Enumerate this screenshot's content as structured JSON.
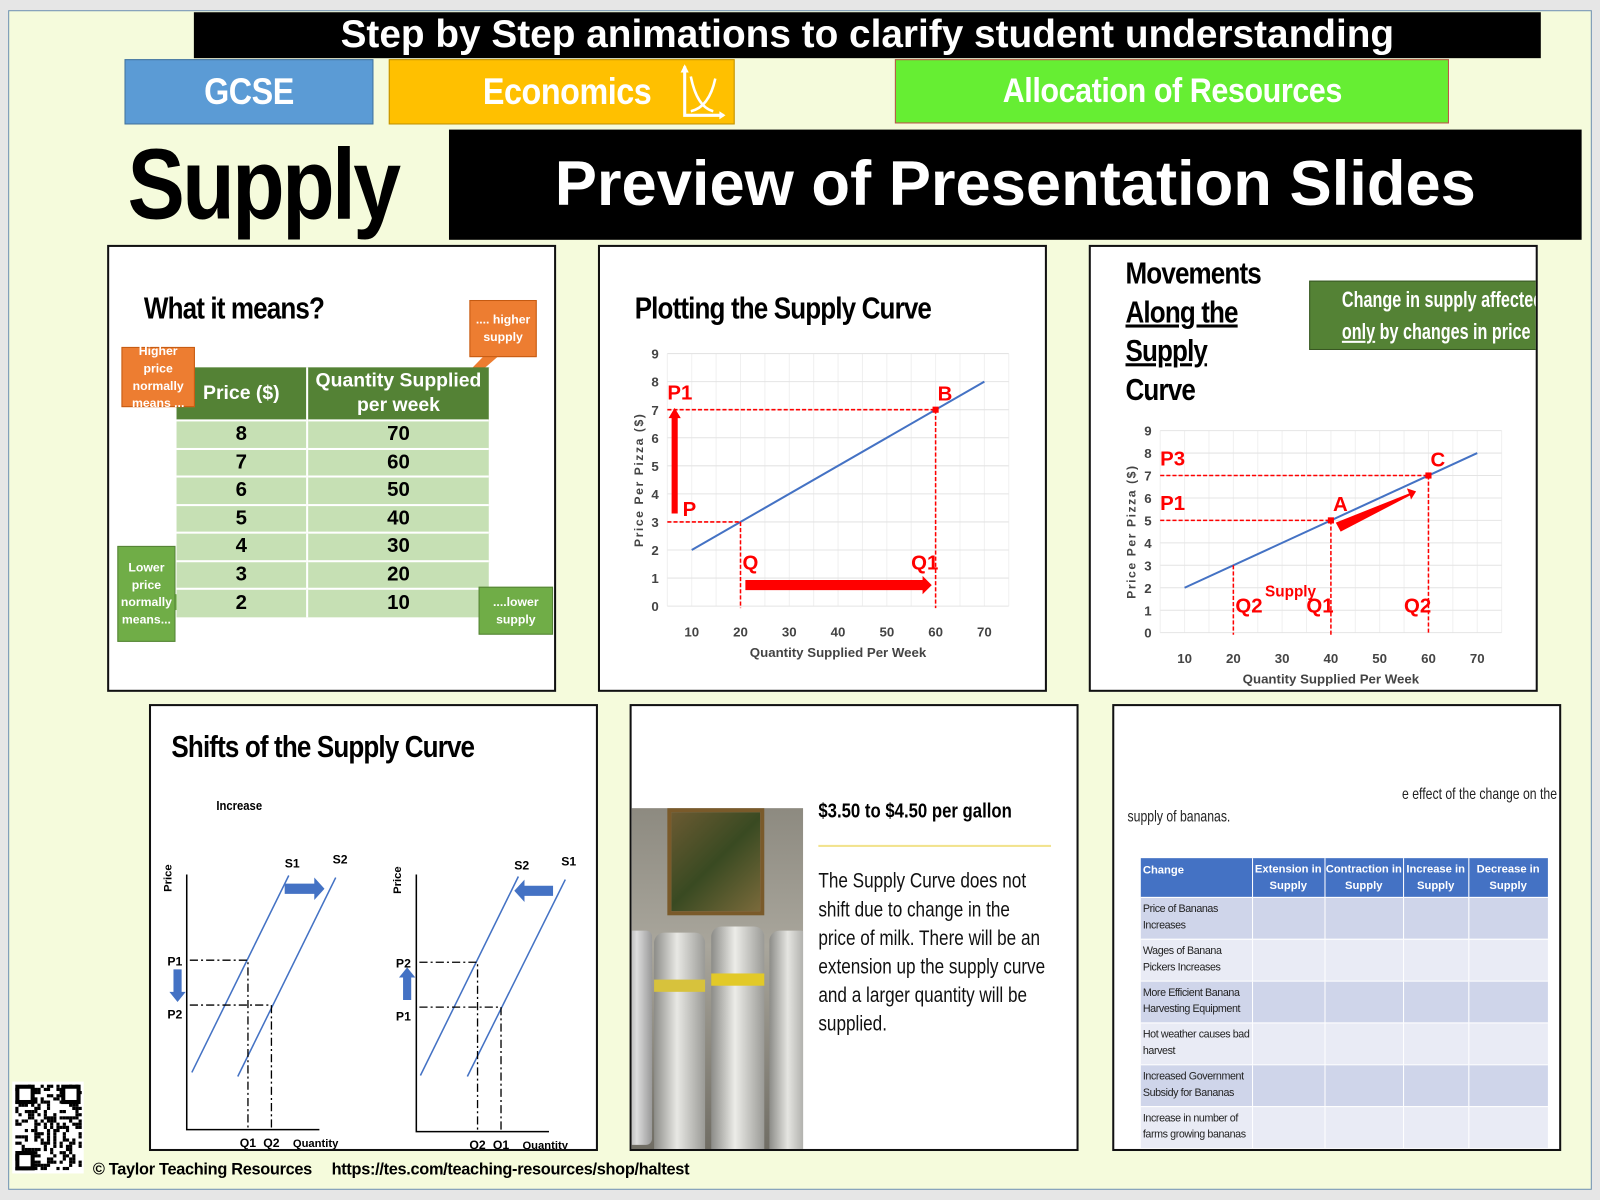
{
  "header": {
    "level_tag": "GCSE",
    "subject_tag": "Economics",
    "topic_tag": "Allocation of Resources",
    "title": "Supply",
    "colors": {
      "level": "#5b9bd5",
      "subject": "#ffc000",
      "topic": "#66ee33",
      "background": "#f5fbdc"
    }
  },
  "slides": {
    "meaning": {
      "title": "What it means?",
      "table_headers": [
        "Price ($)",
        "Quantity Supplied per week"
      ],
      "rows": [
        [
          "8",
          "70"
        ],
        [
          "7",
          "60"
        ],
        [
          "6",
          "50"
        ],
        [
          "5",
          "40"
        ],
        [
          "4",
          "30"
        ],
        [
          "3",
          "20"
        ],
        [
          "2",
          "10"
        ]
      ],
      "callout_high_price": "Higher price normally means ...",
      "callout_high_supply": ".... higher supply",
      "callout_low_price": "Lower price normally means...",
      "callout_low_supply": "....lower supply"
    },
    "plotting": {
      "title": "Plotting the Supply Curve"
    },
    "movements": {
      "title_start": "Movements ",
      "title_underlined": "Along the Supply",
      "title_line2": "Curve",
      "note_line1": "Change in supply affected",
      "note_underlined": "only",
      "note_line2_rest": " by changes in price"
    },
    "shifts": {
      "title": "Shifts of the Supply Curve",
      "subtitle": "Increase",
      "left": {
        "y_axis": "Price",
        "x_axis": "Quantity",
        "curve_a": "S1",
        "curve_b": "S2",
        "price_top": "P1",
        "price_bottom": "P2",
        "q_left": "Q1",
        "q_right": "Q2"
      },
      "right": {
        "y_axis": "Price",
        "x_axis": "Quantity",
        "curve_a": "S2",
        "curve_b": "S1",
        "price_top": "P2",
        "price_bottom": "P1",
        "q_left": "Q2",
        "q_right": "Q1"
      }
    },
    "milk": {
      "heading": "$3.50 to $4.50 per gallon",
      "body": "The Supply Curve does not shift due to change in the price of milk. There will be an extension up the supply curve and a larger quantity will be supplied."
    },
    "bananas": {
      "instruction_line1": "e effect of the change on the",
      "instruction_line2": "supply of bananas.",
      "headers": [
        "Change",
        "Extension in Supply",
        "Contraction in Supply",
        "Increase in Supply",
        "Decrease in Supply"
      ],
      "rows": [
        "Price of Bananas Increases",
        "Wages of Banana Pickers Increases",
        "More Efficient Banana Harvesting Equipment",
        "Hot weather causes bad harvest",
        "Increased Government Subsidy for Bananas",
        "Increase in number of farms growing bananas"
      ]
    }
  },
  "chart_data": [
    {
      "type": "line",
      "xlabel": "Quantity Supplied Per Week",
      "ylabel": "Price Per Pizza ($)",
      "xticks": [
        10,
        20,
        30,
        40,
        50,
        60,
        70
      ],
      "yticks": [
        0,
        1,
        2,
        3,
        4,
        5,
        6,
        7,
        8,
        9
      ],
      "xlim": [
        5,
        75
      ],
      "ylim": [
        0,
        9
      ],
      "grid": true,
      "series": [
        {
          "x": [
            10,
            70
          ],
          "y": [
            2,
            8
          ],
          "color": "#4472c4"
        }
      ],
      "price_levels": [
        {
          "label": "P",
          "y": 3,
          "from_x": 20
        },
        {
          "label": "P1",
          "y": 7,
          "from_x": 60
        }
      ],
      "quantities": [
        {
          "label": "Q",
          "x": 20,
          "to_y": 3
        },
        {
          "label": "Q1",
          "x": 60,
          "to_y": 7
        }
      ],
      "points": [
        {
          "label": "B",
          "x": 60,
          "y": 7
        }
      ],
      "annotation_color": "#ff0000"
    },
    {
      "type": "line",
      "xlabel": "Quantity Supplied Per Week",
      "ylabel": "Price Per Pizza ($)",
      "xticks": [
        10,
        20,
        30,
        40,
        50,
        60,
        70
      ],
      "yticks": [
        0,
        1,
        2,
        3,
        4,
        5,
        6,
        7,
        8,
        9
      ],
      "xlim": [
        5,
        75
      ],
      "ylim": [
        0,
        9
      ],
      "grid": true,
      "series": [
        {
          "x": [
            10,
            70
          ],
          "y": [
            2,
            8
          ],
          "color": "#4472c4"
        }
      ],
      "price_levels": [
        {
          "label": "P1",
          "y": 5,
          "from_x": 40
        },
        {
          "label": "P3",
          "y": 7,
          "from_x": 60
        }
      ],
      "quantities": [
        {
          "label": "Q2",
          "x": 20,
          "to_y": 3
        },
        {
          "label": "Q1",
          "x": 40,
          "to_y": 5
        },
        {
          "label": "Q2",
          "x": 60,
          "to_y": 7
        }
      ],
      "points": [
        {
          "label": "A",
          "x": 40,
          "y": 5
        },
        {
          "label": "C",
          "x": 60,
          "y": 7
        }
      ],
      "curve_label": "Supply",
      "annotation_color": "#ff0000"
    }
  ],
  "overlays": {
    "animation_banner": "Step by Step animations to clarify student understanding",
    "preview_banner": "Preview of Presentation Slides"
  },
  "footer": {
    "copyright": "© Taylor Teaching Resources",
    "url": "https://tes.com/teaching-resources/shop/haltest"
  }
}
